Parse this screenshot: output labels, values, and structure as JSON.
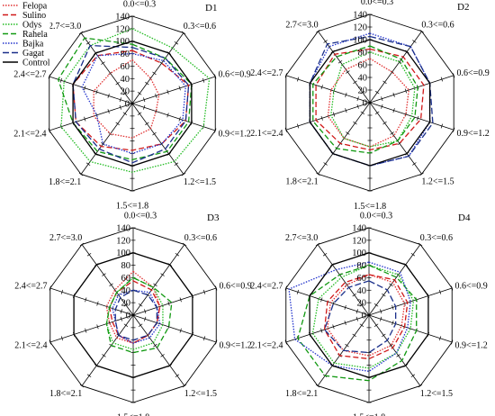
{
  "chart_data": {
    "type": "radar",
    "rlim": [
      0,
      140
    ],
    "rticks": [
      0,
      20,
      40,
      60,
      80,
      100,
      120,
      140
    ],
    "categories": [
      "0.0<=0.3",
      "0.3<=0.6",
      "0.6<=0.9",
      "0.9<=1.2",
      "1.2<=1.5",
      "1.5<=1.8",
      "1.8<=2.1",
      "2.1<=2.4",
      "2.4<=2.7",
      "2.7<=3.0"
    ],
    "legend": {
      "placement": "top-left",
      "entries": [
        "Felopa",
        "Sulino",
        "Odys",
        "Rahela",
        "Bajka",
        "Gagat",
        "Control"
      ]
    },
    "series_styles": [
      {
        "name": "Felopa",
        "color": "#e03030",
        "dash": "1.5,1.5"
      },
      {
        "name": "Sulino",
        "color": "#d01818",
        "dash": "6,3"
      },
      {
        "name": "Odys",
        "color": "#22bb22",
        "dash": "1.5,1.5"
      },
      {
        "name": "Rahela",
        "color": "#119911",
        "dash": "6,3"
      },
      {
        "name": "Bajka",
        "color": "#2233cc",
        "dash": "1.5,1.5"
      },
      {
        "name": "Gagat",
        "color": "#1a2f8a",
        "dash": "7,3"
      },
      {
        "name": "Control",
        "color": "#000000",
        "dash": ""
      }
    ],
    "panels": [
      {
        "title": "D1",
        "series": [
          {
            "name": "Felopa",
            "values": [
              70,
              50,
              45,
              40,
              50,
              55,
              60,
              65,
              65,
              60
            ]
          },
          {
            "name": "Sulino",
            "values": [
              85,
              80,
              95,
              90,
              80,
              75,
              85,
              95,
              100,
              95
            ]
          },
          {
            "name": "Odys",
            "values": [
              120,
              110,
              130,
              120,
              115,
              110,
              115,
              120,
              115,
              115
            ]
          },
          {
            "name": "Rahela",
            "values": [
              95,
              90,
              100,
              95,
              95,
              90,
              95,
              100,
              125,
              130
            ]
          },
          {
            "name": "Bajka",
            "values": [
              80,
              85,
              90,
              85,
              80,
              80,
              80,
              60,
              85,
              95
            ]
          },
          {
            "name": "Gagat",
            "values": [
              90,
              90,
              95,
              90,
              90,
              95,
              90,
              95,
              100,
              115
            ]
          },
          {
            "name": "Control",
            "values": [
              100,
              100,
              100,
              100,
              100,
              100,
              100,
              100,
              100,
              100
            ]
          }
        ]
      },
      {
        "title": "D2",
        "series": [
          {
            "name": "Felopa",
            "values": [
              70,
              60,
              65,
              60,
              65,
              70,
              70,
              70,
              65,
              65
            ]
          },
          {
            "name": "Sulino",
            "values": [
              85,
              90,
              90,
              85,
              80,
              75,
              80,
              90,
              90,
              95
            ]
          },
          {
            "name": "Odys",
            "values": [
              80,
              80,
              75,
              70,
              75,
              70,
              70,
              65,
              60,
              75
            ]
          },
          {
            "name": "Rahela",
            "values": [
              90,
              85,
              80,
              75,
              75,
              80,
              90,
              95,
              95,
              90
            ]
          },
          {
            "name": "Bajka",
            "values": [
              110,
              110,
              100,
              100,
              105,
              100,
              100,
              100,
              100,
              110
            ]
          },
          {
            "name": "Gagat",
            "values": [
              105,
              110,
              100,
              105,
              105,
              100,
              100,
              100,
              100,
              115
            ]
          },
          {
            "name": "Control",
            "values": [
              100,
              100,
              100,
              100,
              100,
              100,
              100,
              100,
              100,
              100
            ]
          }
        ]
      },
      {
        "title": "D3",
        "series": [
          {
            "name": "Felopa",
            "values": [
              70,
              55,
              45,
              40,
              40,
              45,
              45,
              40,
              45,
              50
            ]
          },
          {
            "name": "Sulino",
            "values": [
              55,
              50,
              45,
              40,
              40,
              45,
              40,
              35,
              40,
              45
            ]
          },
          {
            "name": "Odys",
            "values": [
              60,
              55,
              50,
              50,
              55,
              55,
              55,
              45,
              40,
              45
            ]
          },
          {
            "name": "Rahela",
            "values": [
              60,
              55,
              65,
              60,
              65,
              60,
              60,
              45,
              40,
              45
            ]
          },
          {
            "name": "Bajka",
            "values": [
              40,
              45,
              40,
              45,
              45,
              45,
              40,
              30,
              35,
              40
            ]
          },
          {
            "name": "Gagat",
            "values": [
              40,
              40,
              40,
              40,
              40,
              40,
              40,
              30,
              30,
              35
            ]
          },
          {
            "name": "Control",
            "values": [
              100,
              100,
              100,
              100,
              100,
              100,
              100,
              100,
              100,
              100
            ]
          }
        ]
      },
      {
        "title": "D4",
        "series": [
          {
            "name": "Felopa",
            "values": [
              65,
              65,
              60,
              55,
              60,
              65,
              70,
              70,
              65,
              60
            ]
          },
          {
            "name": "Sulino",
            "values": [
              65,
              70,
              65,
              60,
              65,
              70,
              80,
              75,
              70,
              65
            ]
          },
          {
            "name": "Odys",
            "values": [
              80,
              80,
              75,
              70,
              75,
              85,
              95,
              95,
              85,
              75
            ]
          },
          {
            "name": "Rahela",
            "values": [
              80,
              75,
              80,
              80,
              90,
              105,
              120,
              120,
              100,
              80
            ]
          },
          {
            "name": "Bajka",
            "values": [
              85,
              85,
              70,
              65,
              75,
              90,
              100,
              125,
              135,
              90
            ]
          },
          {
            "name": "Gagat",
            "values": [
              55,
              50,
              45,
              45,
              50,
              60,
              70,
              75,
              60,
              55
            ]
          },
          {
            "name": "Control",
            "values": [
              100,
              100,
              100,
              100,
              100,
              100,
              100,
              100,
              100,
              100
            ]
          }
        ]
      }
    ]
  }
}
